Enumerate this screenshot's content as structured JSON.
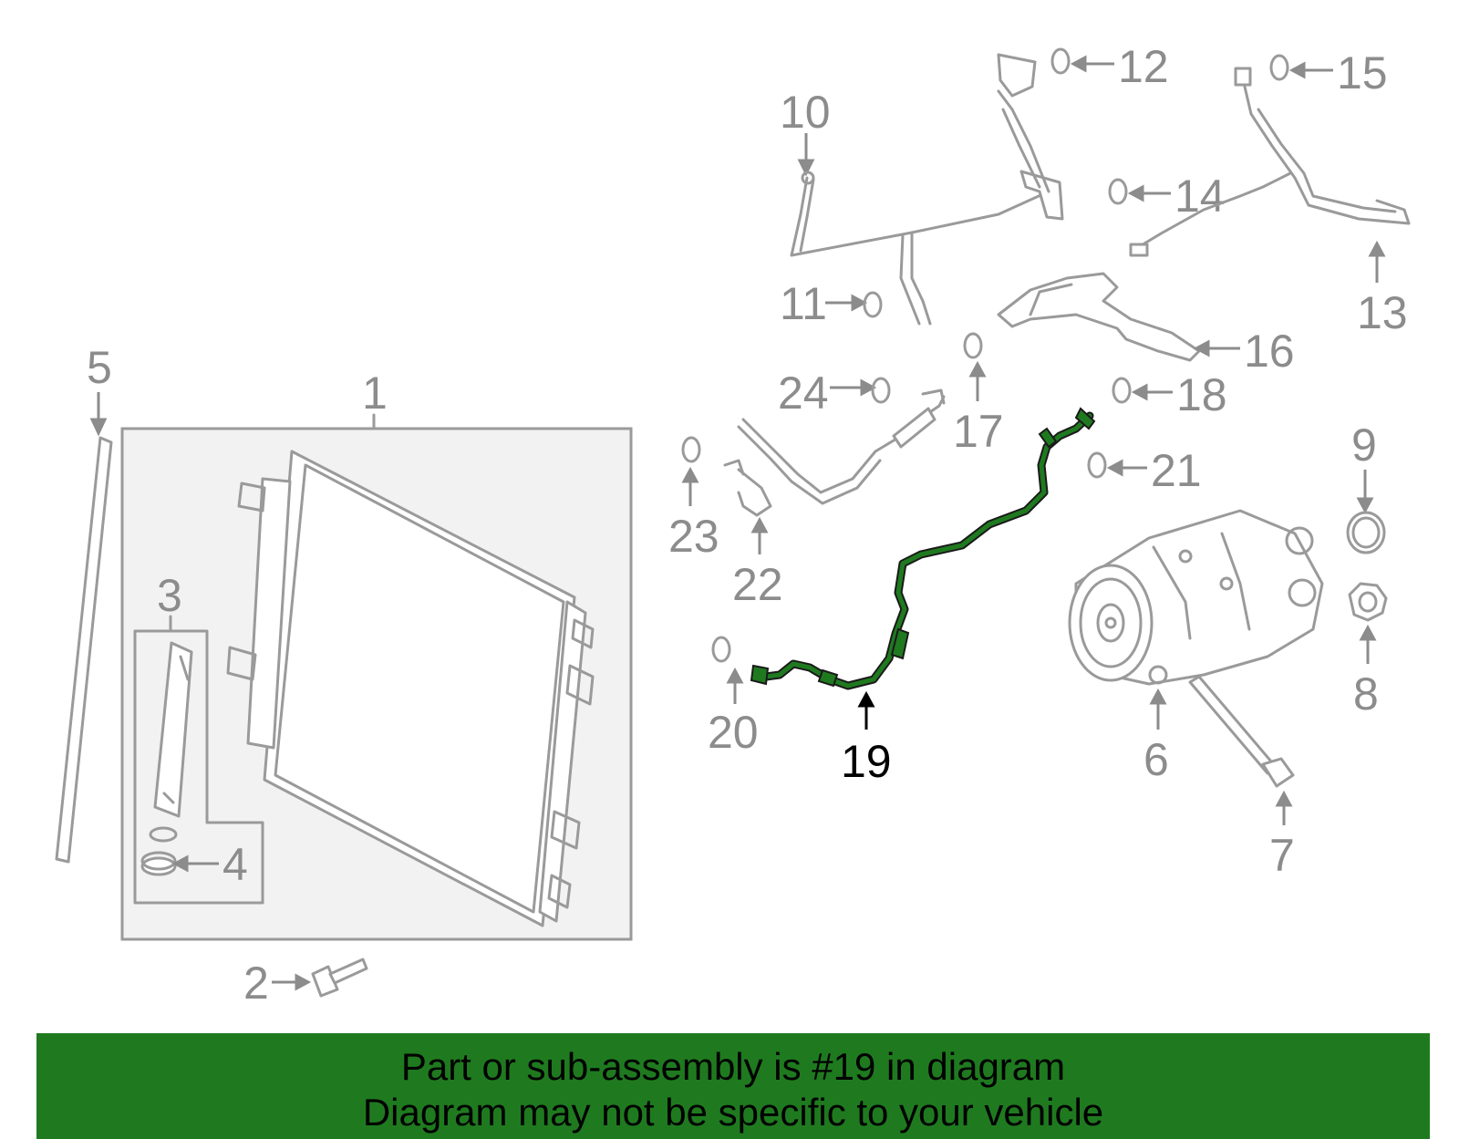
{
  "diagram": {
    "callouts": {
      "c1": "1",
      "c2": "2",
      "c3": "3",
      "c4": "4",
      "c5": "5",
      "c6": "6",
      "c7": "7",
      "c8": "8",
      "c9": "9",
      "c10": "10",
      "c11": "11",
      "c12": "12",
      "c13": "13",
      "c14": "14",
      "c15": "15",
      "c16": "16",
      "c17": "17",
      "c18": "18",
      "c19": "19",
      "c20": "20",
      "c21": "21",
      "c22": "22",
      "c23": "23",
      "c24": "24"
    },
    "highlighted_part": "19",
    "colors": {
      "highlight": "#1f7a1f",
      "part_line": "#9a9a9a",
      "label": "#8c8c8c",
      "panel": "#f2f2f2"
    }
  },
  "banner": {
    "line1": "Part or sub-assembly is #19 in diagram",
    "line2": "Diagram may not be specific to your vehicle"
  }
}
